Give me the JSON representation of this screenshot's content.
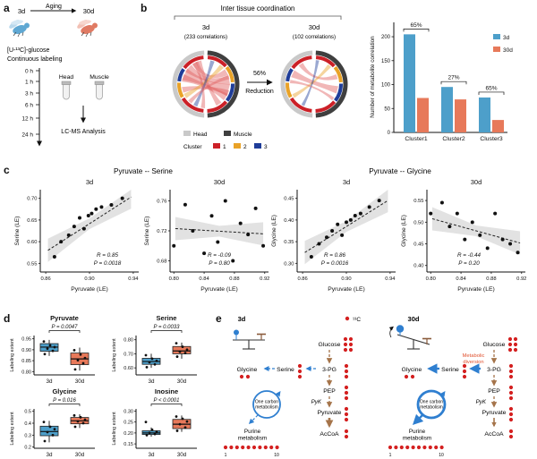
{
  "colors": {
    "young": "#4d9fca",
    "old": "#e7795a",
    "head": "#c9c9c9",
    "muscle": "#3f3f3f",
    "cluster1": "#cc2027",
    "cluster2": "#e9a227",
    "cluster3": "#1f3d99",
    "ribbon": "#e06060",
    "carbon13": "#d42020",
    "pathway_brown": "#a5744a",
    "pathway_blue": "#2f7fd0",
    "diversion_red": "#e0512e"
  },
  "panel_labels": {
    "a": "a",
    "b": "b",
    "c": "c",
    "d": "d",
    "e": "e"
  },
  "panel_a": {
    "young_label": "3d",
    "old_label": "30d",
    "aging_label": "Aging",
    "tracer_line1": "[U-¹³C]-glucose",
    "tracer_line2": "Continuous labeling",
    "timepoints": [
      "0 h",
      "1 h",
      "3 h",
      "6 h",
      "12 h",
      "24 h"
    ],
    "tissue_head": "Head",
    "tissue_muscle": "Muscle",
    "analysis_label": "LC-MS Analysis"
  },
  "panel_b": {
    "title": "Inter tissue coordination",
    "left_age": "3d",
    "left_count": "(233 correlations)",
    "right_age": "30d",
    "right_count": "(102 correlations)",
    "reduction_percent": "56%",
    "reduction_word": "Reduction",
    "legend_head": "Head",
    "legend_muscle": "Muscle",
    "legend_cluster": "Cluster",
    "cluster_ids": [
      "1",
      "2",
      "3"
    ]
  },
  "panel_c": {
    "title_serine": "Pyruvate -- Serine",
    "title_glycine": "Pyruvate -- Glycine"
  },
  "panel_e": {
    "young_label": "3d",
    "old_label": "30d",
    "isotope_label": "¹³C",
    "glucose": "Glucose",
    "pg3": "3-PG",
    "pep": "PEP",
    "pyk": "PyK",
    "pyruvate": "Pyruvate",
    "accoa": "AcCoA",
    "serine": "Serine",
    "glycine": "Glycine",
    "one_carbon_line1": "One carbon",
    "one_carbon_line2": "metabolism",
    "purine_line1": "Purine",
    "purine_line2": "metabolism",
    "diversion_line1": "Metabolic",
    "diversion_line2": "diversion",
    "purine_first": "1",
    "purine_last": "10",
    "carbon_counts": {
      "glucose": 6,
      "pg3": 3,
      "pep": 3,
      "pyruvate": 3,
      "accoa": 2,
      "serine": 3,
      "glycine": 2,
      "purine": 10
    }
  },
  "chart_data": [
    {
      "id": "cluster-bars",
      "type": "bar",
      "categories": [
        "Cluster1",
        "Cluster2",
        "Cluster3"
      ],
      "series": [
        {
          "name": "3d",
          "color": "#4d9fca",
          "values": [
            205,
            95,
            73
          ]
        },
        {
          "name": "30d",
          "color": "#e7795a",
          "values": [
            72,
            69,
            26
          ]
        }
      ],
      "reduction_labels": [
        "65%",
        "27%",
        "65%"
      ],
      "ylabel": "Number of metabolite correlation",
      "yticks": [
        0,
        50,
        100,
        150,
        200
      ],
      "ytick_labels": [
        "0",
        "50",
        "100",
        "150",
        "200"
      ],
      "ylim": [
        0,
        230
      ],
      "legend_position": "right"
    },
    {
      "id": "scatter-serine-3d",
      "type": "scatter",
      "subtitle": "3d",
      "xlabel": "Pyruvate (LE)",
      "ylabel": "Serine (LE)",
      "xlim": [
        0.855,
        0.945
      ],
      "ylim": [
        0.53,
        0.72
      ],
      "xticks": [
        0.86,
        0.9,
        0.94
      ],
      "xtick_labels": [
        "0.86",
        "0.90",
        "0.94"
      ],
      "yticks": [
        0.55,
        0.6,
        0.65,
        0.7
      ],
      "ytick_labels": [
        "0.55",
        "0.60",
        "0.65",
        "0.70"
      ],
      "r_label": "R = 0.85",
      "p_label": "P = 0.0018",
      "trend": [
        [
          0.862,
          0.58
        ],
        [
          0.938,
          0.703
        ]
      ],
      "points": [
        [
          0.868,
          0.565
        ],
        [
          0.874,
          0.6
        ],
        [
          0.881,
          0.615
        ],
        [
          0.886,
          0.635
        ],
        [
          0.891,
          0.655
        ],
        [
          0.895,
          0.63
        ],
        [
          0.899,
          0.66
        ],
        [
          0.902,
          0.665
        ],
        [
          0.906,
          0.675
        ],
        [
          0.911,
          0.68
        ],
        [
          0.92,
          0.685
        ],
        [
          0.93,
          0.7
        ]
      ]
    },
    {
      "id": "scatter-serine-30d",
      "type": "scatter",
      "subtitle": "30d",
      "xlabel": "Pyruvate (LE)",
      "ylabel": "Serine (LE)",
      "xlim": [
        0.795,
        0.925
      ],
      "ylim": [
        0.665,
        0.775
      ],
      "xticks": [
        0.8,
        0.84,
        0.88,
        0.92
      ],
      "xtick_labels": [
        "0.80",
        "0.84",
        "0.88",
        "0.92"
      ],
      "yticks": [
        0.68,
        0.72,
        0.76
      ],
      "ytick_labels": [
        "0.68",
        "0.72",
        "0.76"
      ],
      "r_label": "R = -0.09",
      "p_label": "P = 0.80",
      "trend": [
        [
          0.802,
          0.723
        ],
        [
          0.918,
          0.716
        ]
      ],
      "points": [
        [
          0.8,
          0.7
        ],
        [
          0.815,
          0.755
        ],
        [
          0.825,
          0.72
        ],
        [
          0.84,
          0.69
        ],
        [
          0.85,
          0.74
        ],
        [
          0.858,
          0.705
        ],
        [
          0.868,
          0.76
        ],
        [
          0.878,
          0.68
        ],
        [
          0.888,
          0.73
        ],
        [
          0.898,
          0.715
        ],
        [
          0.908,
          0.75
        ],
        [
          0.918,
          0.7
        ]
      ]
    },
    {
      "id": "scatter-glycine-3d",
      "type": "scatter",
      "subtitle": "3d",
      "xlabel": "Pyruvate (LE)",
      "ylabel": "Glycine (LE)",
      "xlim": [
        0.855,
        0.945
      ],
      "ylim": [
        0.28,
        0.47
      ],
      "xticks": [
        0.86,
        0.9,
        0.94
      ],
      "xtick_labels": [
        "0.86",
        "0.90",
        "0.94"
      ],
      "yticks": [
        0.3,
        0.35,
        0.4,
        0.45
      ],
      "ytick_labels": [
        "0.30",
        "0.35",
        "0.40",
        "0.45"
      ],
      "r_label": "R = 0.86",
      "p_label": "P = 0.0016",
      "trend": [
        [
          0.862,
          0.325
        ],
        [
          0.938,
          0.445
        ]
      ],
      "points": [
        [
          0.868,
          0.315
        ],
        [
          0.875,
          0.345
        ],
        [
          0.882,
          0.36
        ],
        [
          0.887,
          0.375
        ],
        [
          0.892,
          0.39
        ],
        [
          0.896,
          0.365
        ],
        [
          0.9,
          0.395
        ],
        [
          0.904,
          0.4
        ],
        [
          0.908,
          0.41
        ],
        [
          0.913,
          0.415
        ],
        [
          0.921,
          0.43
        ],
        [
          0.93,
          0.445
        ]
      ]
    },
    {
      "id": "scatter-glycine-30d",
      "type": "scatter",
      "subtitle": "30d",
      "xlabel": "Pyruvate (LE)",
      "ylabel": "Glycine (LE)",
      "xlim": [
        0.795,
        0.925
      ],
      "ylim": [
        0.385,
        0.575
      ],
      "xticks": [
        0.8,
        0.84,
        0.88,
        0.92
      ],
      "xtick_labels": [
        "0.80",
        "0.84",
        "0.88",
        "0.92"
      ],
      "yticks": [
        0.4,
        0.45,
        0.5,
        0.55
      ],
      "ytick_labels": [
        "0.40",
        "0.45",
        "0.50",
        "0.55"
      ],
      "r_label": "R = -0.44",
      "p_label": "P = 0.20",
      "trend": [
        [
          0.802,
          0.508
        ],
        [
          0.918,
          0.452
        ]
      ],
      "points": [
        [
          0.8,
          0.52
        ],
        [
          0.815,
          0.545
        ],
        [
          0.825,
          0.49
        ],
        [
          0.835,
          0.52
        ],
        [
          0.845,
          0.46
        ],
        [
          0.855,
          0.5
        ],
        [
          0.865,
          0.47
        ],
        [
          0.875,
          0.44
        ],
        [
          0.885,
          0.52
        ],
        [
          0.895,
          0.46
        ],
        [
          0.905,
          0.45
        ],
        [
          0.915,
          0.43
        ]
      ]
    },
    {
      "id": "box-pyruvate",
      "type": "box",
      "title": "Pyruvate",
      "p_label": "P = 0.0047",
      "ylabel": "Labeling extent",
      "ylim": [
        0.785,
        0.965
      ],
      "yticks": [
        0.8,
        0.85,
        0.9,
        0.95
      ],
      "ytick_labels": [
        "0.80",
        "0.85",
        "0.90",
        "0.95"
      ],
      "groups": [
        {
          "name": "3d",
          "color": "#4d9fca",
          "whisker_low": 0.872,
          "q1": 0.893,
          "median": 0.912,
          "q3": 0.928,
          "whisker_high": 0.945,
          "points": [
            0.88,
            0.895,
            0.905,
            0.912,
            0.92,
            0.938
          ]
        },
        {
          "name": "30d",
          "color": "#e7795a",
          "whisker_low": 0.805,
          "q1": 0.832,
          "median": 0.858,
          "q3": 0.885,
          "whisker_high": 0.91,
          "points": [
            0.81,
            0.838,
            0.852,
            0.862,
            0.878,
            0.898
          ]
        }
      ]
    },
    {
      "id": "box-serine",
      "type": "box",
      "title": "Serine",
      "p_label": "P = 0.0033",
      "ylabel": "Labeling extent",
      "ylim": [
        0.55,
        0.83
      ],
      "yticks": [
        0.6,
        0.7,
        0.8
      ],
      "ytick_labels": [
        "0.60",
        "0.70",
        "0.80"
      ],
      "groups": [
        {
          "name": "3d",
          "color": "#4d9fca",
          "whisker_low": 0.6,
          "q1": 0.625,
          "median": 0.645,
          "q3": 0.668,
          "whisker_high": 0.7,
          "points": [
            0.605,
            0.625,
            0.64,
            0.65,
            0.665,
            0.69
          ]
        },
        {
          "name": "30d",
          "color": "#e7795a",
          "whisker_low": 0.665,
          "q1": 0.7,
          "median": 0.72,
          "q3": 0.752,
          "whisker_high": 0.78,
          "points": [
            0.68,
            0.705,
            0.715,
            0.73,
            0.75,
            0.775
          ]
        }
      ]
    },
    {
      "id": "box-glycine",
      "type": "box",
      "title": "Glycine",
      "p_label": "P = 0.016",
      "ylabel": "Labeling extent",
      "ylim": [
        0.19,
        0.52
      ],
      "yticks": [
        0.2,
        0.3,
        0.4,
        0.5
      ],
      "ytick_labels": [
        "0.2",
        "0.3",
        "0.4",
        "0.5"
      ],
      "groups": [
        {
          "name": "3d",
          "color": "#4d9fca",
          "whisker_low": 0.24,
          "q1": 0.295,
          "median": 0.33,
          "q3": 0.375,
          "whisker_high": 0.42,
          "points": [
            0.25,
            0.3,
            0.325,
            0.35,
            0.37,
            0.41
          ]
        },
        {
          "name": "30d",
          "color": "#e7795a",
          "whisker_low": 0.36,
          "q1": 0.395,
          "median": 0.42,
          "q3": 0.448,
          "whisker_high": 0.475,
          "points": [
            0.37,
            0.4,
            0.415,
            0.43,
            0.45,
            0.465
          ]
        }
      ]
    },
    {
      "id": "box-inosine",
      "type": "box",
      "title": "Inosine",
      "p_label": "P < 0.0001",
      "ylabel": "Labeling extent",
      "ylim": [
        0.13,
        0.31
      ],
      "yticks": [
        0.15,
        0.2,
        0.25,
        0.3
      ],
      "ytick_labels": [
        "0.15",
        "0.20",
        "0.25",
        "0.30"
      ],
      "groups": [
        {
          "name": "3d",
          "color": "#4d9fca",
          "whisker_low": 0.183,
          "q1": 0.193,
          "median": 0.2,
          "q3": 0.21,
          "whisker_high": 0.225,
          "points": [
            0.19,
            0.195,
            0.2,
            0.205,
            0.215,
            0.25
          ]
        },
        {
          "name": "30d",
          "color": "#e7795a",
          "whisker_low": 0.205,
          "q1": 0.22,
          "median": 0.24,
          "q3": 0.262,
          "whisker_high": 0.28,
          "points": [
            0.21,
            0.225,
            0.24,
            0.252,
            0.265,
            0.275
          ]
        }
      ]
    }
  ]
}
